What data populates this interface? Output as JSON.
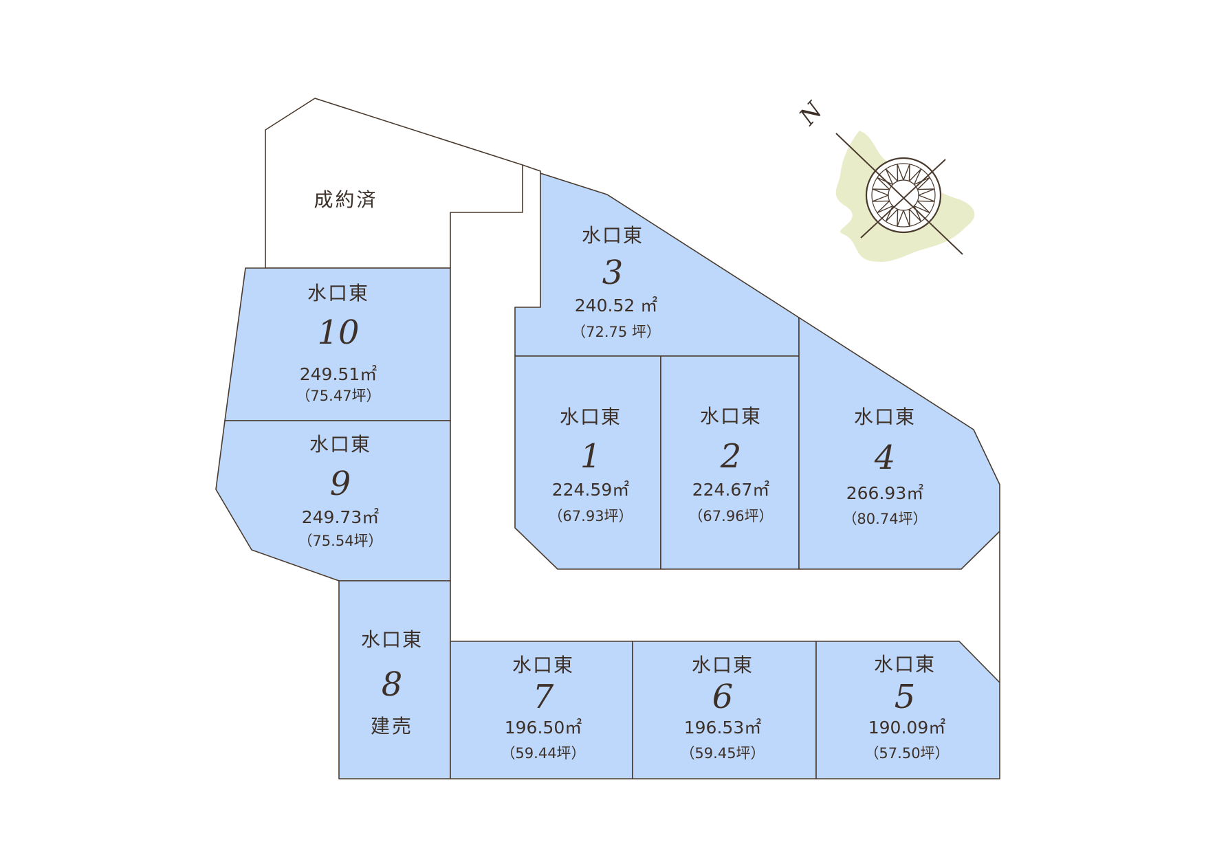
{
  "sold_label": "成約済",
  "compass": {
    "north_label": "N",
    "blob_color": "#e8ecc8"
  },
  "colors": {
    "available": "#bed8fb",
    "sold": "#ffffff",
    "outline": "#4a3a2e"
  },
  "lots": [
    {
      "id": "1",
      "name": "水口東",
      "area": "224.59㎡",
      "tsubo": "（67.93坪）"
    },
    {
      "id": "2",
      "name": "水口東",
      "area": "224.67㎡",
      "tsubo": "（67.96坪）"
    },
    {
      "id": "3",
      "name": "水口東",
      "area": "240.52 ㎡",
      "tsubo": "（72.75 坪）"
    },
    {
      "id": "4",
      "name": "水口東",
      "area": "266.93㎡",
      "tsubo": "（80.74坪）"
    },
    {
      "id": "5",
      "name": "水口東",
      "area": "190.09㎡",
      "tsubo": "（57.50坪）"
    },
    {
      "id": "6",
      "name": "水口東",
      "area": "196.53㎡",
      "tsubo": "（59.45坪）"
    },
    {
      "id": "7",
      "name": "水口東",
      "area": "196.50㎡",
      "tsubo": "（59.44坪）"
    },
    {
      "id": "8",
      "name": "水口東",
      "note": "建売"
    },
    {
      "id": "9",
      "name": "水口東",
      "area": "249.73㎡",
      "tsubo": "（75.54坪）"
    },
    {
      "id": "10",
      "name": "水口東",
      "area": "249.51㎡",
      "tsubo": "（75.47坪）"
    }
  ]
}
